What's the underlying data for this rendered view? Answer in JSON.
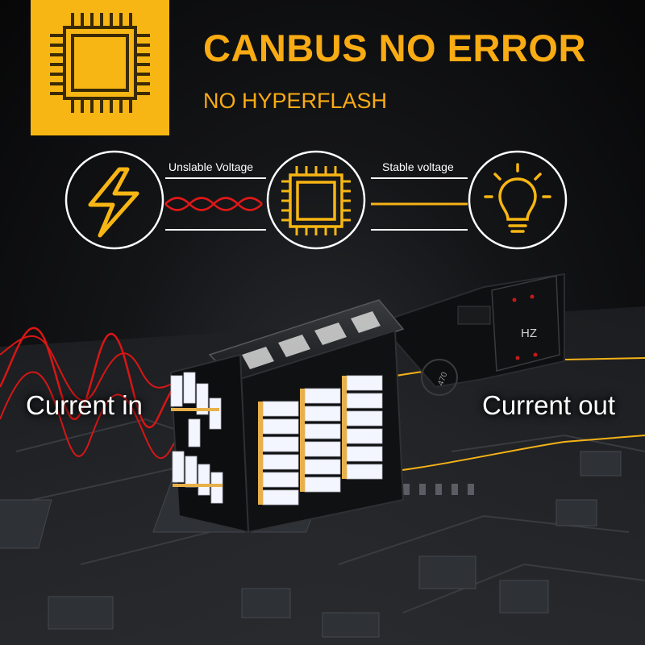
{
  "header": {
    "title": "CANBUS NO ERROR",
    "subtitle": "NO HYPERFLASH"
  },
  "flow": {
    "input_label": "Unslable Voltage",
    "output_label": "Stable voltage",
    "icons": [
      "lightning-icon",
      "chip-icon",
      "bulb-icon"
    ]
  },
  "bulb": {
    "current_in_label": "Current in",
    "current_out_label": "Current out",
    "marking_1": "HZ",
    "marking_2": "470"
  },
  "colors": {
    "accent": "#f7b613",
    "wave_red": "#e01818",
    "line_yellow": "#f5b217"
  }
}
